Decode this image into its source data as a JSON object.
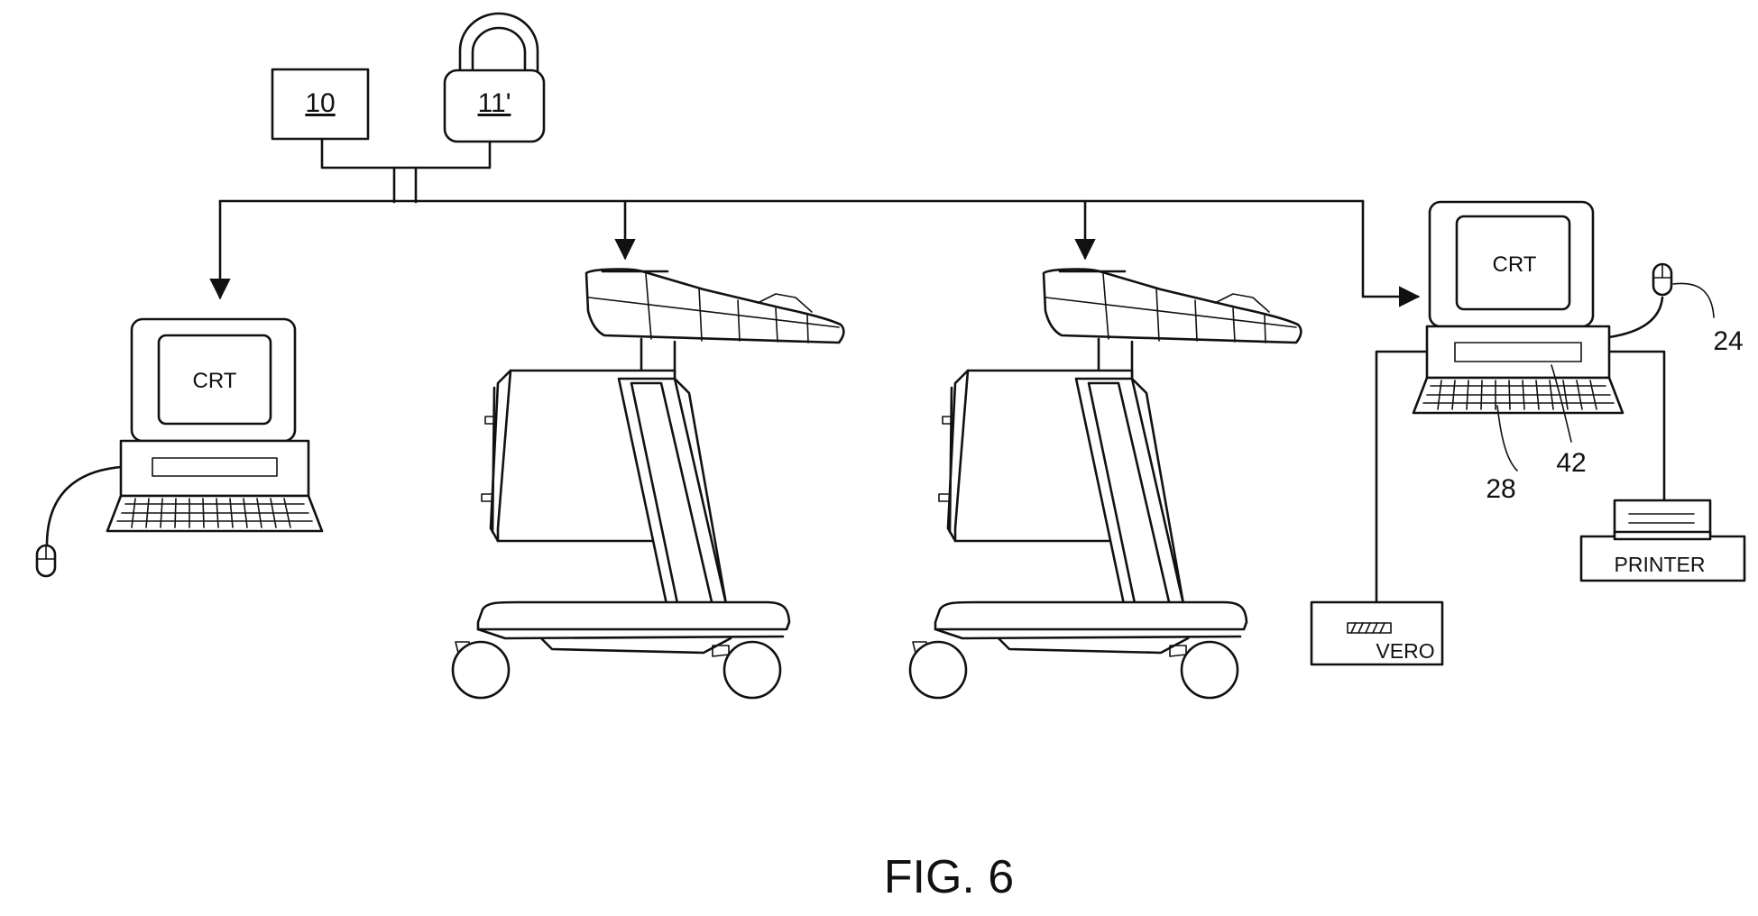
{
  "figure": {
    "caption": "FIG. 6",
    "server_box_label": "10",
    "lock_label": "11'",
    "left_terminal": {
      "screen_label": "CRT",
      "icon": "computer-terminal-icon"
    },
    "right_terminal": {
      "screen_label": "CRT",
      "icon": "computer-terminal-icon"
    },
    "ref_mouse": "24",
    "ref_keyboard": "28",
    "ref_drive": "42",
    "vero_label": "VERO",
    "printer_label": "PRINTER",
    "cart_icon": "ultrasound-cart-icon",
    "mouse_icon": "mouse-icon",
    "lock_icon": "padlock-icon"
  }
}
